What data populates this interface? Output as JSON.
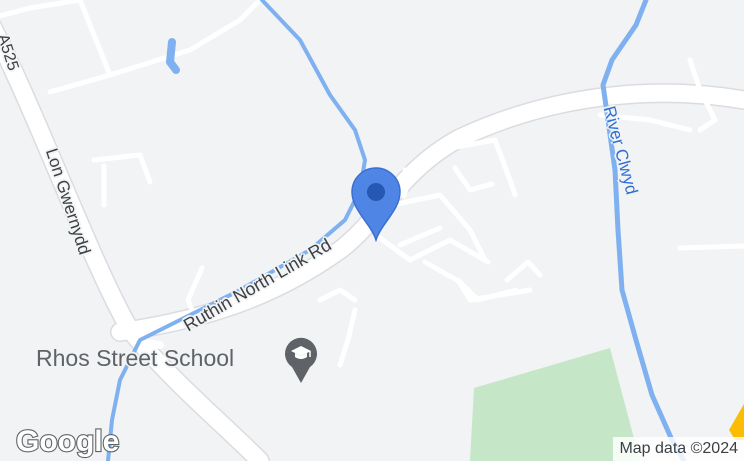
{
  "map": {
    "roads": {
      "a525": "A525",
      "lon_gwernydd": "Lon Gwernydd",
      "ruthin_north_link": "Ruthin North Link Rd"
    },
    "river": "River Clwyd",
    "poi": {
      "name": "Rhos Street School",
      "icon": "graduation-cap-icon"
    },
    "pin": {
      "icon": "map-pin-icon",
      "color": "#4f86e6"
    },
    "branding": {
      "logo_text": "Google"
    },
    "attribution": "Map data ©2024",
    "colors": {
      "land": "#f1f3f4",
      "road": "#ffffff",
      "road_outline": "#dadce0",
      "water": "#7fb0f0",
      "park": "#c6e6c8"
    }
  }
}
